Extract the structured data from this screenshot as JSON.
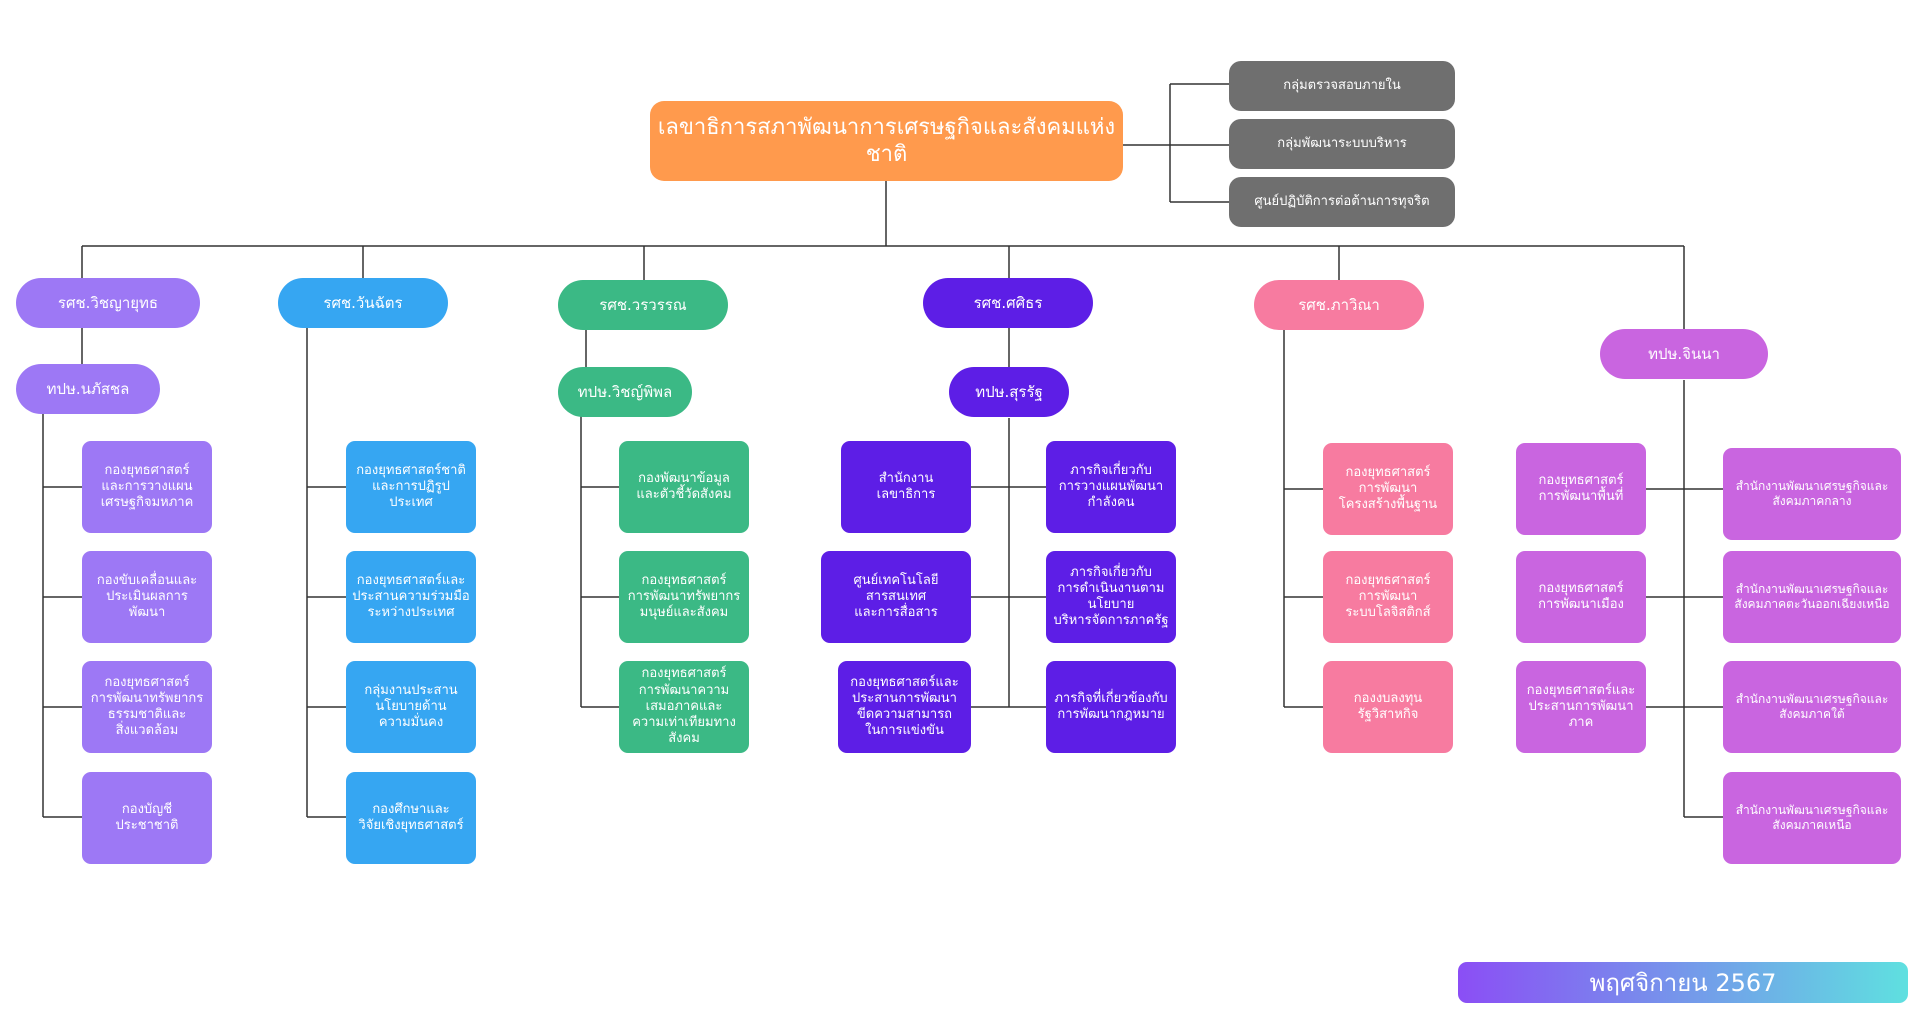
{
  "colors": {
    "orange": "#ff9a4d",
    "gray": "#6f6f6f",
    "violet": "#9d78f5",
    "blue": "#36a6f2",
    "green": "#3bb985",
    "deep_purple": "#5d1ee6",
    "pink": "#f77ba0",
    "magenta": "#c965e0",
    "line": "#333333"
  },
  "top": {
    "label": "เลขาธิการสภาพัฒนาการเศรษฐกิจและสังคมแห่งชาติ"
  },
  "side_units": [
    "กลุ่มตรวจสอบภายใน",
    "กลุ่มพัฒนาระบบบริหาร",
    "ศูนย์ปฏิบัติการต่อต้านการทุจริต"
  ],
  "col1": {
    "deputy": "รศช.วิชญายุทธ",
    "assistant": "ทปษ.นภัสชล",
    "units": [
      "กองยุทธศาสตร์\nและการวางแผน\nเศรษฐกิจมหภาค",
      "กองขับเคลื่อนและ\nประเมินผลการพัฒนา",
      "กองยุทธศาสตร์\nการพัฒนาทรัพยากร\nธรรมชาติและ\nสิ่งแวดล้อม",
      "กองบัญชี\nประชาชาติ"
    ]
  },
  "col2": {
    "deputy": "รศช.วันฉัตร",
    "units": [
      "กองยุทธศาสตร์ชาติ\nและการปฏิรูปประเทศ",
      "กองยุทธศาสตร์และ\nประสานความร่วมมือ\nระหว่างประเทศ",
      "กลุ่มงานประสาน\nนโยบายด้าน\nความมั่นคง",
      "กองศึกษาและ\nวิจัยเชิงยุทธศาสตร์"
    ]
  },
  "col3": {
    "deputy": "รศช.วรวรรณ",
    "assistant": "ทปษ.วิชญ์พิพล",
    "units": [
      "กองพัฒนาข้อมูล\nและตัวชี้วัดสังคม",
      "กองยุทธศาสตร์\nการพัฒนาทรัพยากร\nมนุษย์และสังคม",
      "กองยุทธศาสตร์\nการพัฒนาความ\nเสมอภาคและ\nความเท่าเทียมทาง\nสังคม"
    ]
  },
  "col4": {
    "deputy": "รศช.ศศิธร",
    "assistant": "ทปษ.สุรรัฐ",
    "left_units": [
      "สำนักงาน\nเลขาธิการ",
      "ศูนย์เทคโนโลยีสารสนเทศ\nและการสื่อสาร",
      "กองยุทธศาสตร์และ\nประสานการพัฒนา\nขีดความสามารถ\nในการแข่งขัน"
    ],
    "right_units": [
      "ภารกิจเกี่ยวกับ\nการวางแผนพัฒนา\nกำลังคน",
      "ภารกิจเกี่ยวกับ\nการดำเนินงานตาม\nนโยบาย\nบริหารจัดการภาครัฐ",
      "ภารกิจที่เกี่ยวข้องกับ\nการพัฒนากฎหมาย"
    ]
  },
  "col5": {
    "deputy": "รศช.ภาวิณา",
    "units": [
      "กองยุทธศาสตร์\nการพัฒนา\nโครงสร้างพื้นฐาน",
      "กองยุทธศาสตร์\nการพัฒนา\nระบบโลจิสติกส์",
      "กองงบลงทุน\nรัฐวิสาหกิจ"
    ]
  },
  "col6": {
    "assistant": "ทปษ.จินนา",
    "left_units": [
      "กองยุทธศาสตร์\nการพัฒนาพื้นที่",
      "กองยุทธศาสตร์\nการพัฒนาเมือง",
      "กองยุทธศาสตร์และ\nประสานการพัฒนาภาค"
    ],
    "right_units": [
      "สำนักงานพัฒนาเศรษฐกิจและ\nสังคมภาคกลาง",
      "สำนักงานพัฒนาเศรษฐกิจและ\nสังคมภาคตะวันออกเฉียงเหนือ",
      "สำนักงานพัฒนาเศรษฐกิจและ\nสังคมภาคใต้",
      "สำนักงานพัฒนาเศรษฐกิจและ\nสังคมภาคเหนือ"
    ]
  },
  "footer": {
    "date": "พฤศจิกายน 2567"
  }
}
